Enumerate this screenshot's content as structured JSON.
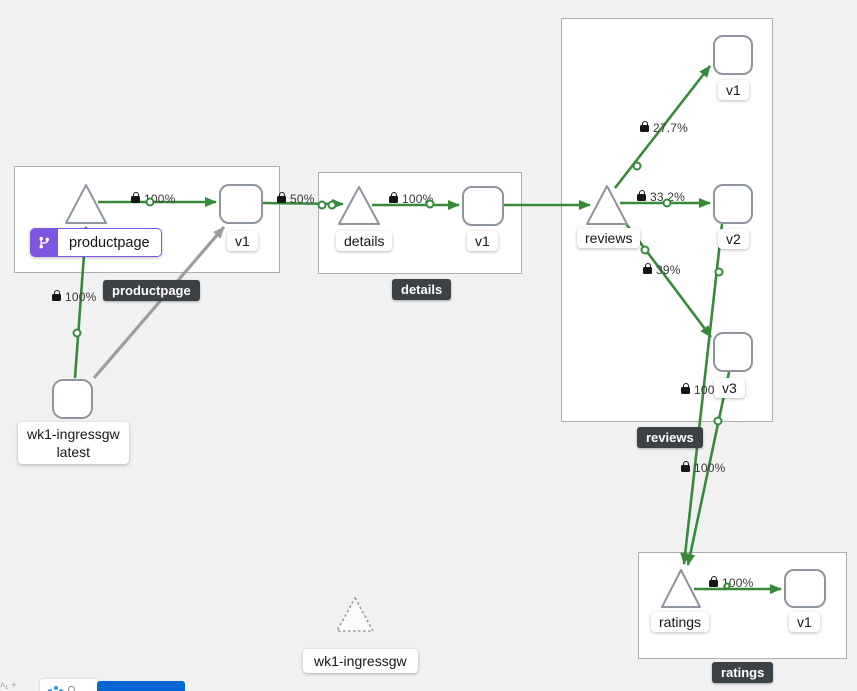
{
  "colors": {
    "edge_green": "#368a3a",
    "edge_gray": "#9d9d9d",
    "selected_purple": "#7c55e0",
    "badge_bg": "#3c4146",
    "button_blue": "#0666d6"
  },
  "groups": {
    "productpage": "productpage",
    "details": "details",
    "reviews": "reviews",
    "ratings": "ratings"
  },
  "nodes": {
    "productpage_service": "productpage",
    "productpage_v1": "v1",
    "details_service": "details",
    "details_v1": "v1",
    "reviews_service": "reviews",
    "reviews_v1": "v1",
    "reviews_v2": "v2",
    "reviews_v3": "v3",
    "ratings_service": "ratings",
    "ratings_v1": "v1",
    "ingress_workload_line1": "wk1-ingressgw",
    "ingress_workload_line2": "latest",
    "idle_gateway": "wk1-ingressgw"
  },
  "edge_labels": {
    "ingress_to_productpage": "100%",
    "productpage_to_v1": "100%",
    "v1_to_details": "50%",
    "details_to_v1": "100%",
    "reviews_to_v1": "27.7%",
    "reviews_to_v2": "33.2%",
    "reviews_to_v3": "39%",
    "v2_to_ratings": "100%",
    "v3_to_ratings": "100%",
    "ratings_to_v1": "100%"
  }
}
